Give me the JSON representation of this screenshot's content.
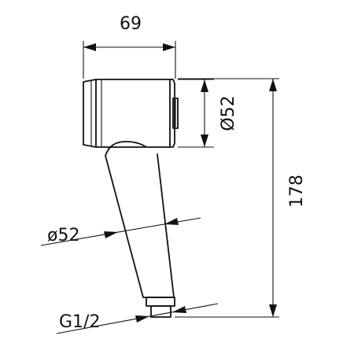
{
  "dimensions": {
    "width": "69",
    "head_diameter": "Ø52",
    "total_length": "178",
    "handle_diameter": "ø52",
    "thread": "G1/2"
  },
  "colors": {
    "line": "#111111",
    "background": "#ffffff"
  }
}
